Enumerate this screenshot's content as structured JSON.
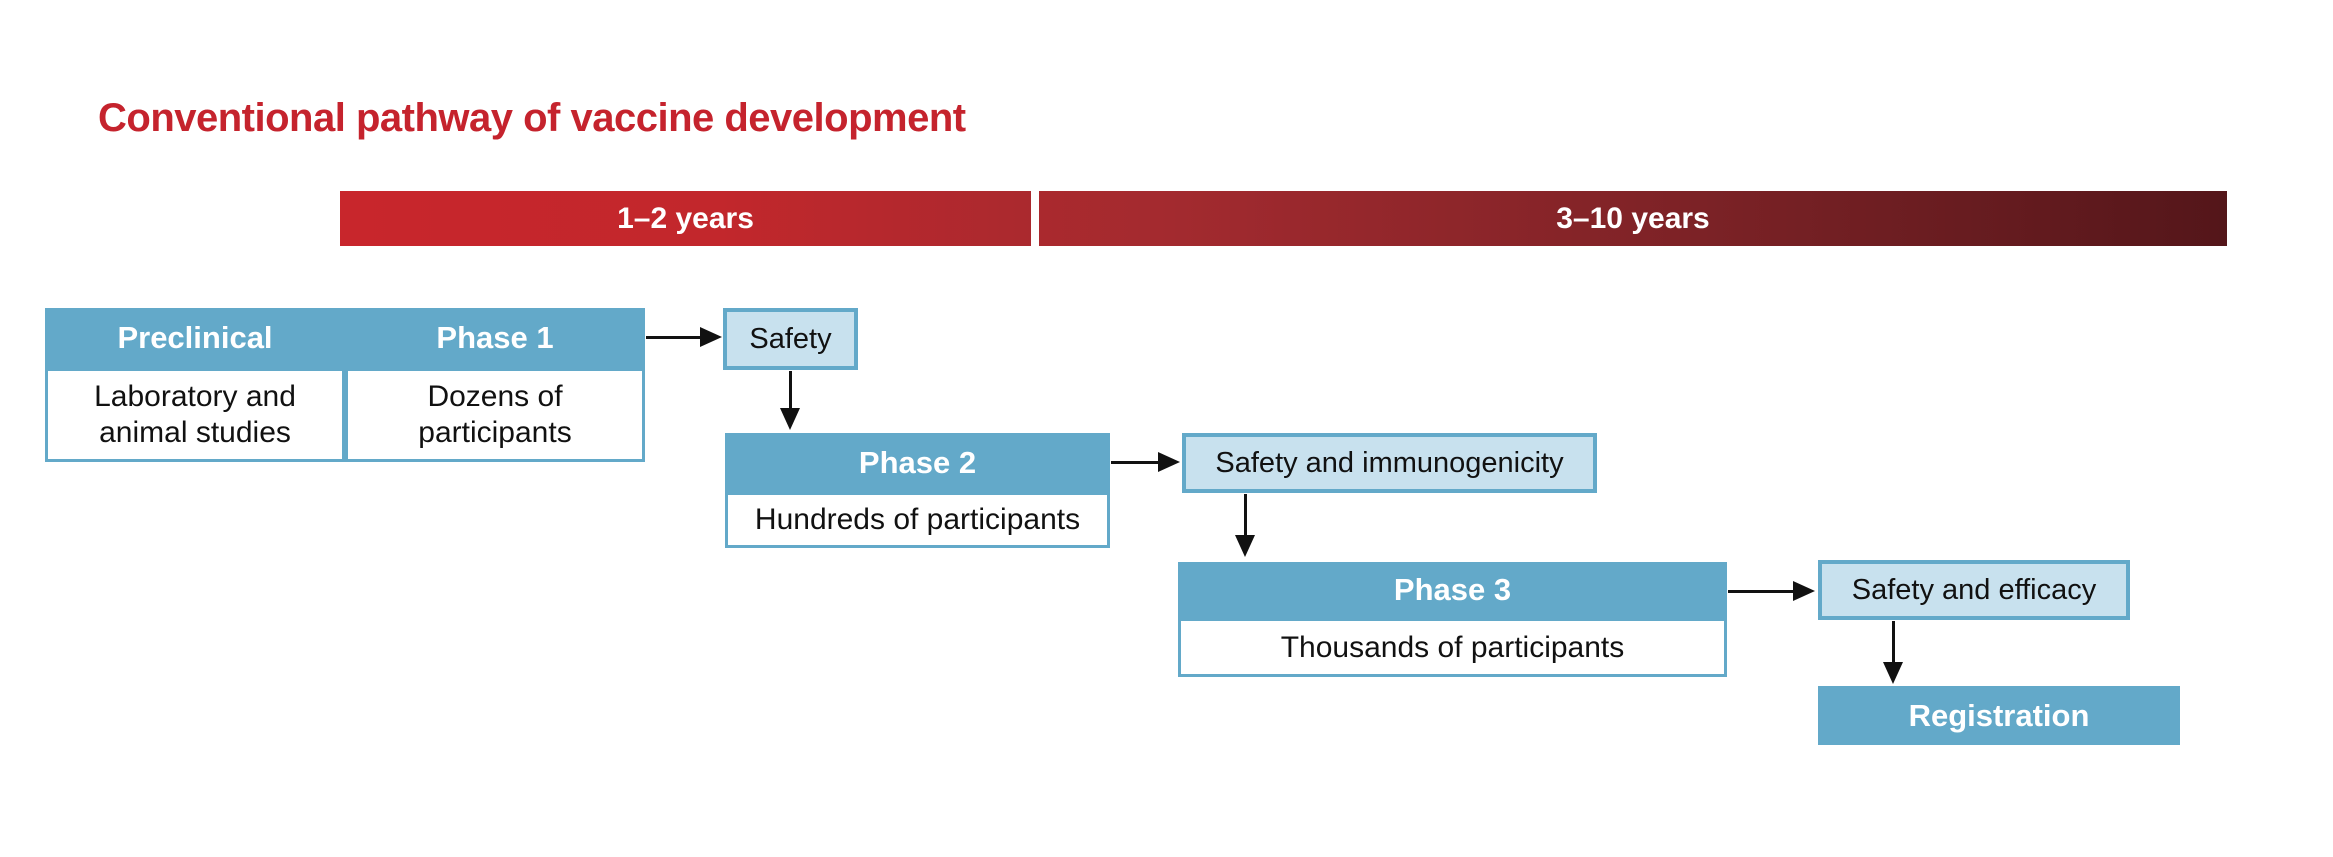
{
  "title": "Conventional pathway of vaccine development",
  "colors": {
    "title_red": "#c5232d",
    "bar_red_start": "#c8262c",
    "bar_red_end": "#54161a",
    "stage_blue": "#63a9c9",
    "outcome_fill": "#c8e1ee",
    "outcome_border": "#63a9c9",
    "body_text": "#111111",
    "header_text": "#ffffff"
  },
  "timeline": {
    "segment1": "1–2 years",
    "segment2": "3–10 years"
  },
  "stages": {
    "preclinical": {
      "header": "Preclinical",
      "body": "Laboratory and\nanimal studies"
    },
    "phase1": {
      "header": "Phase 1",
      "body": "Dozens of\nparticipants"
    },
    "phase2": {
      "header": "Phase 2",
      "body": "Hundreds of participants"
    },
    "phase3": {
      "header": "Phase 3",
      "body": "Thousands of participants"
    },
    "registration": {
      "header": "Registration"
    }
  },
  "outcomes": {
    "safety": "Safety",
    "safety_immunogenicity": "Safety and immunogenicity",
    "safety_efficacy": "Safety and efficacy"
  }
}
